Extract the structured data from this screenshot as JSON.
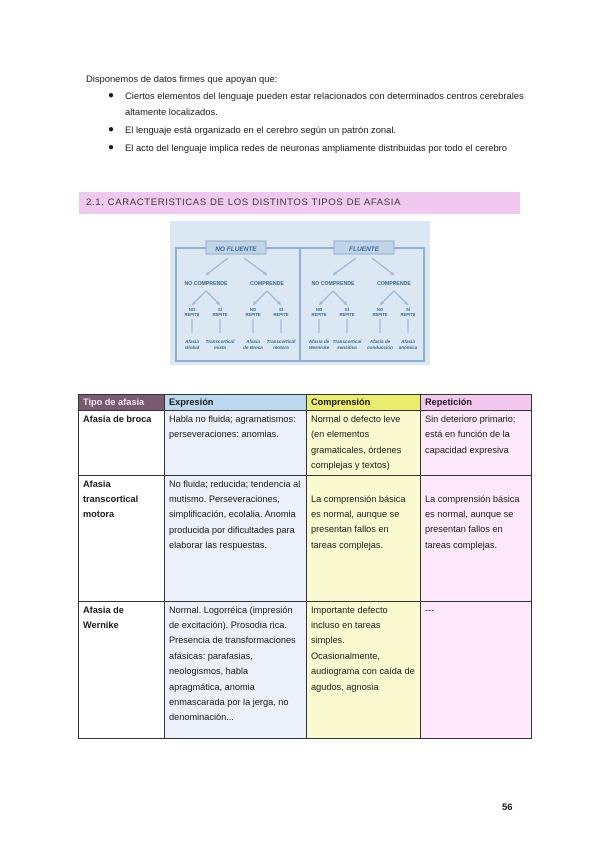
{
  "intro": "Disponemos de datos firmes que apoyan que:",
  "bullets": [
    "Ciertos elementos del lenguaje pueden estar relacionados con determinados centros cerebrales altamente localizados.",
    "El lenguaje está organizado en el cerebro según un patrón zonal.",
    "El acto del lenguaje implica redes de neuronas ampliamente distribuidas por todo el cerebro"
  ],
  "section_title": "2.1. CARACTERISTICAS DE LOS DISTINTOS TIPOS DE AFASIA",
  "diagram": {
    "top": [
      "NO FLUENTE",
      "FLUENTE"
    ],
    "middle": [
      "NO COMPRENDE",
      "COMPRENDE",
      "NO COMPRENDE",
      "COMPRENDE"
    ],
    "repite": [
      [
        "NO",
        "REPITE"
      ],
      [
        "SÍ",
        "REPITE"
      ],
      [
        "NO",
        "REPITE"
      ],
      [
        "SÍ",
        "REPITE"
      ],
      [
        "NO",
        "REPITE"
      ],
      [
        "SÍ",
        "REPITE"
      ],
      [
        "NO",
        "REPITE"
      ],
      [
        "SÍ",
        "REPITE"
      ]
    ],
    "bottom": [
      [
        "Afasia",
        "Global"
      ],
      [
        "Transcortical",
        "mixta"
      ],
      [
        "Afasia",
        "de Broca"
      ],
      [
        "Transcortical",
        "motora"
      ],
      [
        "Afasia de",
        "Wernicke"
      ],
      [
        "Transcortical",
        "sensitiva"
      ],
      [
        "Afasia de",
        "conducción"
      ],
      [
        "Afasia",
        "anómica"
      ]
    ],
    "colors": {
      "panel": "#dbe7f3",
      "frame": "#8fb0cf",
      "box": "#c2d5e8",
      "text": "#3a6a96",
      "arrow": "#9db9d4"
    }
  },
  "table": {
    "headers": [
      "Tipo de afasia",
      "Expresión",
      "Comprensión",
      "Repetición"
    ],
    "rows": [
      {
        "tipo": "Afasia de broca",
        "expresion": "Habla no fluida; agramatismos: perseveraciones: anomias.",
        "comprension": "Normal o defecto leve (en elementos gramaticales, órdenes complejas y textos)",
        "repeticion": "Sin deterioro primario; está en función de la capacidad expresiva"
      },
      {
        "tipo": "Afasia transcortical motora",
        "expresion": "No fluida; reducida; tendencia al mutismo. Perseveraciones, simplificación, ecolalia. Anomia producida por dificultades para elaborar las respuestas.",
        "comprension": "La comprensión básica es normal, aunque se presentan fallos en tareas complejas.",
        "repeticion": "La comprensión básica es normal, aunque se presentan fallos en tareas complejas."
      },
      {
        "tipo": "Afasia de Wernike",
        "expresion": "Normal. Logorréica (impresión de excitación). Prosodia rica. Presencia de transformaciones afásicas: parafasias, neologismos, habla apragmática, anomia enmascarada por la jerga, no denominación...",
        "comprension": "Importante defecto incluso en tareas simples. Ocasionalmente, audiograma con caída de agudos, agnosia",
        "repeticion": "---"
      }
    ]
  },
  "page_number": "56"
}
